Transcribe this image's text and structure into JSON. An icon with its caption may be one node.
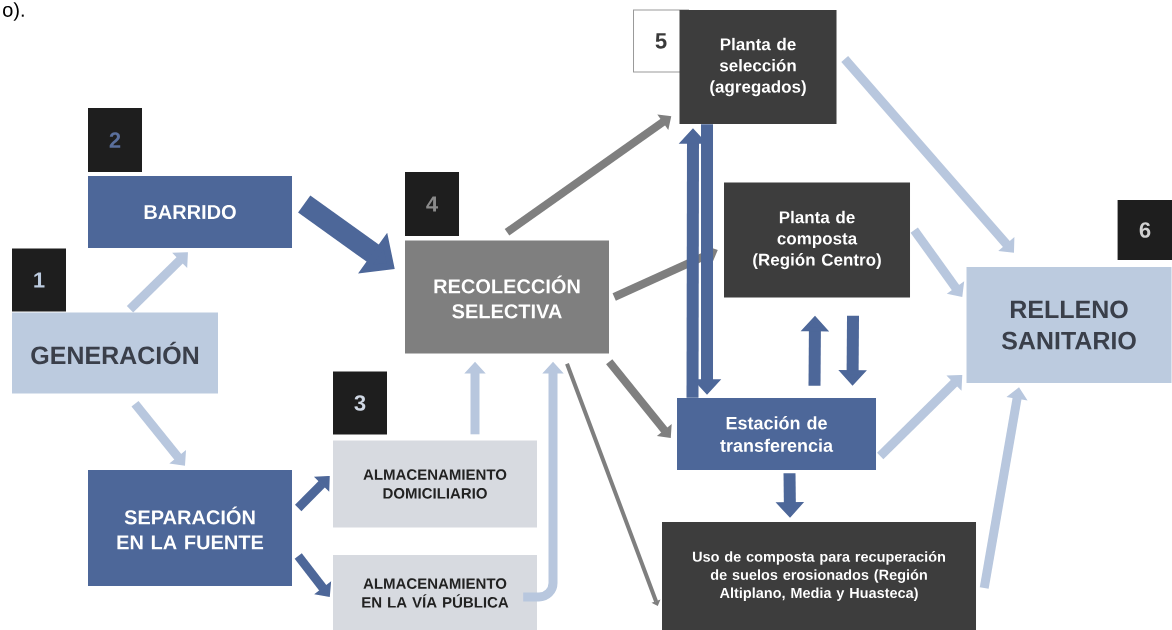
{
  "diagram": {
    "nodes": [
      {
        "text": [
          "2"
        ]
      },
      {
        "text": [
          "BARRIDO"
        ]
      },
      {
        "text": [
          "4"
        ]
      },
      {
        "text": [
          "RECOLECCIÓN SELECTIVA"
        ]
      },
      {
        "text": [
          "5"
        ]
      },
      {
        "text": [
          "Planta de selección (agregados)"
        ]
      },
      {
        "text": [
          "Planta de composta (Región Centro)"
        ]
      },
      {
        "text": [
          "1"
        ]
      },
      {
        "text": [
          "GENERACIÓN"
        ]
      },
      {
        "text": [
          "6"
        ]
      },
      {
        "text": [
          "RELLENO SANITARIO"
        ]
      },
      {
        "text": [
          "3"
        ]
      },
      {
        "text": [
          "ALMACENAMIENTO DOMICILIARIO"
        ]
      },
      {
        "text": [
          "SEPARACIÓN EN LA FUENTE"
        ]
      },
      {
        "text": [
          "Estación de transferencia"
        ]
      },
      {
        "text": [
          "ALMACENAMIENTO EN LA VÍA PÚBLICA"
        ]
      },
      {
        "text": [
          "Uso de composta para recuperación de suelos erosionados (Región Altiplano, Media y Huasteca)"
        ]
      }
    ],
    "edges": [
      {
        "from": 8,
        "to": 1,
        "arrow": "to",
        "color": "#b8c7de"
      },
      {
        "from": 8,
        "to": 13,
        "arrow": "to",
        "color": "#b8c7de"
      },
      {
        "from": 1,
        "to": 3,
        "arrow": "to",
        "color": "#4d6799",
        "style": "thick"
      },
      {
        "from": 13,
        "to": 12,
        "arrow": "to",
        "color": "#4d6799"
      },
      {
        "from": 13,
        "to": 15,
        "arrow": "to",
        "color": "#4d6799"
      },
      {
        "from": 12,
        "to": 3,
        "arrow": "to",
        "color": "#b8c7de"
      },
      {
        "from": 15,
        "to": 3,
        "arrow": "to",
        "color": "#b8c7de"
      },
      {
        "from": 3,
        "to": 5,
        "arrow": "to",
        "color": "#7f7f7f"
      },
      {
        "from": 3,
        "to": 6,
        "arrow": "to",
        "color": "#7f7f7f"
      },
      {
        "from": 3,
        "to": 14,
        "arrow": "to",
        "color": "#7f7f7f"
      },
      {
        "from": 3,
        "to": 16,
        "arrow": "to",
        "color": "#7f7f7f"
      },
      {
        "from": 5,
        "to": 10,
        "arrow": "to",
        "color": "#b8c7de"
      },
      {
        "from": 6,
        "to": 10,
        "arrow": "to",
        "color": "#b8c7de"
      },
      {
        "from": 14,
        "to": 10,
        "arrow": "to",
        "color": "#b8c7de"
      },
      {
        "from": 16,
        "to": 10,
        "arrow": "to",
        "color": "#b8c7de"
      },
      {
        "from": 14,
        "to": 5,
        "arrow": "to",
        "color": "#4d6799"
      },
      {
        "from": 5,
        "to": 14,
        "arrow": "to",
        "color": "#4d6799"
      },
      {
        "from": 14,
        "to": 6,
        "arrow": "to",
        "color": "#4d6799"
      },
      {
        "from": 6,
        "to": 14,
        "arrow": "to",
        "color": "#4d6799"
      },
      {
        "from": 14,
        "to": 16,
        "arrow": "to",
        "color": "#4d6799"
      }
    ],
    "labels": [
      "o)."
    ]
  }
}
